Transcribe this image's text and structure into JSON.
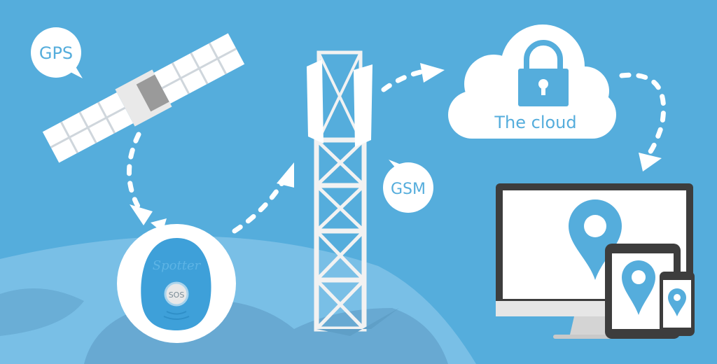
{
  "labels": {
    "gps": "GPS",
    "gsm": "GSM",
    "cloud": "The cloud",
    "sos": "SOS",
    "device_logo": "Spotter"
  },
  "colors": {
    "background": "#55addc",
    "earth": "#79bfe6",
    "land": "#68a9d2",
    "white": "#ffffff",
    "device_frame": "#3d3d3d",
    "tower": "#f2f2f2"
  }
}
